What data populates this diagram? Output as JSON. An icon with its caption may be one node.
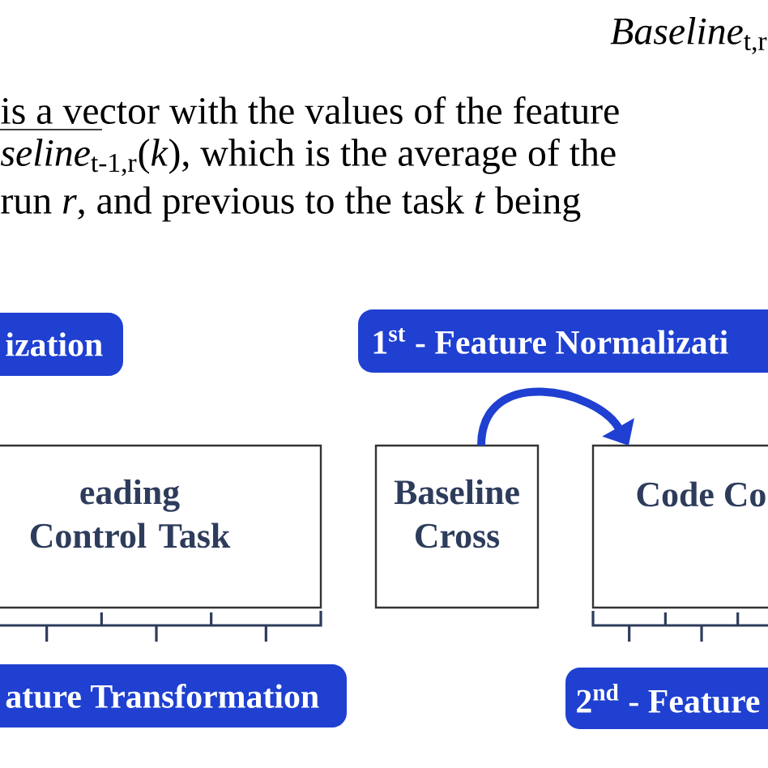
{
  "diagram": {
    "nodes": [
      {
        "text": [
          "ization"
        ]
      },
      {
        "text": [
          "1$^{st}$ - Feature Normalizati"
        ]
      },
      {
        "text": [
          "eading Control Task"
        ]
      },
      {
        "text": [
          "Baseline Cross"
        ]
      },
      {
        "text": [
          "Code Co"
        ]
      },
      {
        "text": [
          "ature Transformation"
        ]
      },
      {
        "text": [
          "2$^{nd}$ - Feature"
        ]
      }
    ],
    "edges": [
      {
        "from": 3,
        "to": 4,
        "arrow": "to"
      }
    ],
    "labels": [
      "*Baseline*$_{t,r}$",
      "is a vector with the values of the feature",
      "*seline*$_{t-1,r}$(*k*), which is the average of the",
      "run *r*, and previous to the task *t* being"
    ]
  }
}
